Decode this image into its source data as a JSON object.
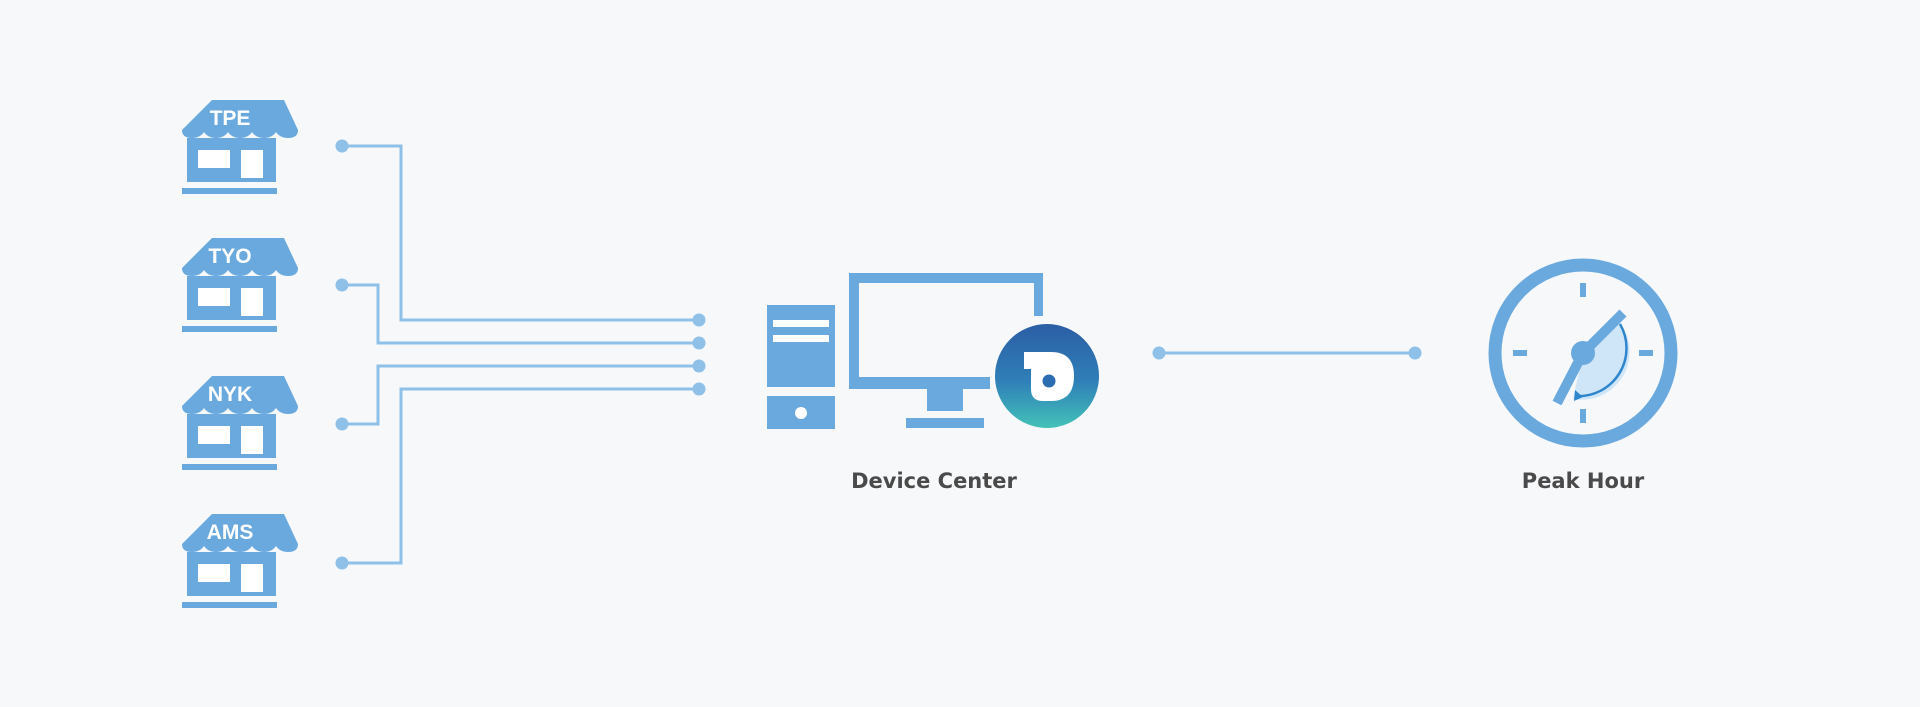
{
  "stores": [
    {
      "code": "TPE"
    },
    {
      "code": "TYO"
    },
    {
      "code": "NYK"
    },
    {
      "code": "AMS"
    }
  ],
  "device_center": {
    "label": "Device Center"
  },
  "peak_hour": {
    "label": "Peak Hour"
  },
  "colors": {
    "background": "#f6f8fa",
    "icon_blue": "#6aa9de",
    "line_blue": "#8ec0e8",
    "label_gray": "#4a4a4a",
    "logo_gradient_top": "#2c5ea5",
    "logo_gradient_bottom": "#43c2b8",
    "dial_fill": "#cfe6f8"
  },
  "icons": {
    "store": "storefront-icon",
    "computer": "desktop-computer-icon",
    "logo": "app-logo-icon",
    "clock": "clock-icon"
  }
}
